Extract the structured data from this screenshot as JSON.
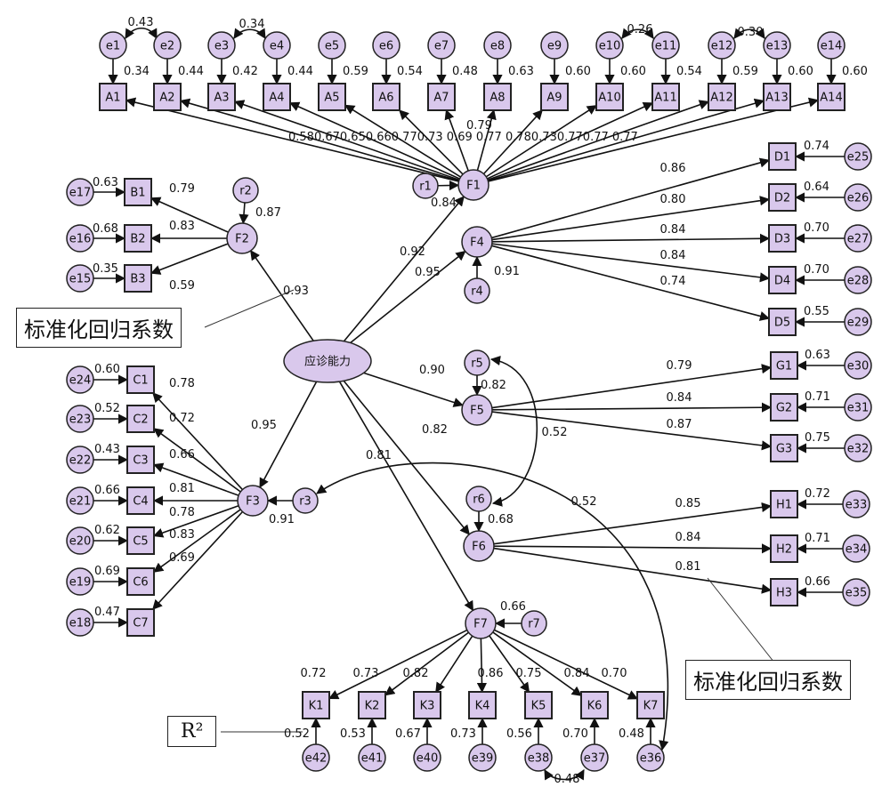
{
  "diagram": {
    "latent": {
      "F1": "F1",
      "F2": "F2",
      "F3": "F3",
      "F4": "F4",
      "F5": "F5",
      "F6": "F6",
      "F7": "F7",
      "core": "应诊能力"
    },
    "residuals": {
      "r1": "r1",
      "r2": "r2",
      "r3": "r3",
      "r4": "r4",
      "r5": "r5",
      "r6": "r6",
      "r7": "r7"
    },
    "indicators": {
      "A": [
        "A1",
        "A2",
        "A3",
        "A4",
        "A5",
        "A6",
        "A7",
        "A8",
        "A9",
        "A10",
        "A11",
        "A12",
        "A13",
        "A14"
      ],
      "B": [
        "B1",
        "B2",
        "B3"
      ],
      "C": [
        "C1",
        "C2",
        "C3",
        "C4",
        "C5",
        "C6",
        "C7"
      ],
      "D": [
        "D1",
        "D2",
        "D3",
        "D4",
        "D5"
      ],
      "G": [
        "G1",
        "G2",
        "G3"
      ],
      "H": [
        "H1",
        "H2",
        "H3"
      ],
      "K": [
        "K1",
        "K2",
        "K3",
        "K4",
        "K5",
        "K6",
        "K7"
      ]
    },
    "errors": {
      "A": [
        "e1",
        "e2",
        "e3",
        "e4",
        "e5",
        "e6",
        "e7",
        "e8",
        "e9",
        "e10",
        "e11",
        "e12",
        "e13",
        "e14"
      ],
      "B": [
        "e17",
        "e16",
        "e15"
      ],
      "C": [
        "e24",
        "e23",
        "e22",
        "e21",
        "e20",
        "e19",
        "e18"
      ],
      "D": [
        "e25",
        "e26",
        "e27",
        "e28",
        "e29"
      ],
      "G": [
        "e30",
        "e31",
        "e32"
      ],
      "H": [
        "e33",
        "e34",
        "e35"
      ],
      "K": [
        "e42",
        "e41",
        "e40",
        "e39",
        "e38",
        "e37",
        "e36"
      ]
    },
    "r2_values": {
      "A": [
        "0.34",
        "0.44",
        "0.42",
        "0.44",
        "0.59",
        "0.54",
        "0.48",
        "0.63",
        "0.60",
        "0.60",
        "0.54",
        "0.59",
        "0.60",
        "0.60"
      ],
      "B": [
        "0.63",
        "0.68",
        "0.35"
      ],
      "C": [
        "0.60",
        "0.52",
        "0.43",
        "0.66",
        "0.62",
        "0.69",
        "0.47"
      ],
      "D": [
        "0.74",
        "0.64",
        "0.70",
        "0.70",
        "0.55"
      ],
      "G": [
        "0.63",
        "0.71",
        "0.75"
      ],
      "H": [
        "0.72",
        "0.71",
        "0.66"
      ],
      "K": [
        "0.52",
        "0.53",
        "0.67",
        "0.73",
        "0.56",
        "0.70",
        "0.48"
      ],
      "F1": "0.84",
      "F2": "0.87",
      "F3": "0.91",
      "F4": "0.91",
      "F5": "0.82",
      "F6": "0.68",
      "F7": "0.66"
    },
    "loadings": {
      "A_row": "0.580.670.650.660.770.73 0.69 0.77 0.780.730.770.77 0.77",
      "A_high": "0.79",
      "B": [
        "0.79",
        "0.83",
        "0.59"
      ],
      "C": [
        "0.78",
        "0.72",
        "0.66",
        "0.81",
        "0.78",
        "0.83",
        "0.69"
      ],
      "D": [
        "0.86",
        "0.80",
        "0.84",
        "0.84",
        "0.74"
      ],
      "G": [
        "0.79",
        "0.84",
        "0.87"
      ],
      "H": [
        "0.85",
        "0.84",
        "0.81"
      ],
      "K": [
        "0.72",
        "0.73",
        "0.82",
        "0.86",
        "0.75",
        "0.84",
        "0.70"
      ]
    },
    "paths": {
      "F1": "0.92",
      "F4": "0.95",
      "F2": "0.93",
      "F3": "0.95",
      "F5": "0.90",
      "F6": "0.82",
      "F7": "0.81"
    },
    "covariances": {
      "e1e2": "0.43",
      "e3e4": "0.34",
      "e10e11": "0.26",
      "e12e13": "0.30",
      "r5r6": "0.52",
      "r3e36": "0.52",
      "e38e37": "0.48"
    },
    "callouts": {
      "std_coef_1": "标准化回归系数",
      "std_coef_2": "标准化回归系数",
      "r2": "R²"
    }
  }
}
